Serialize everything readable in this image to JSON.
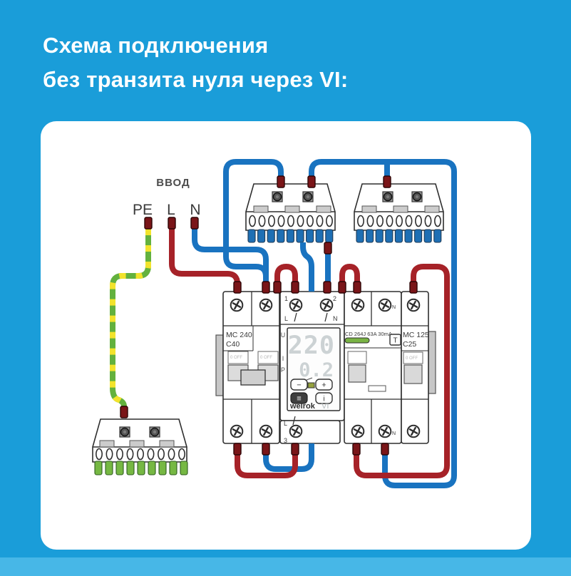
{
  "title": {
    "line1": "Схема подключения",
    "line2": "без транзита нуля через VI:"
  },
  "diagram": {
    "input_label": "ВВОД",
    "wire_labels": {
      "pe": "PE",
      "l": "L",
      "n": "N"
    },
    "devices": {
      "breaker_main": {
        "name": "MC 240",
        "rating": "C40",
        "switch_label": "0  OFF"
      },
      "relay": {
        "brand": "welrok",
        "model": "VI",
        "display_voltage": "220",
        "display_current": "0.2",
        "side_labels": [
          "U",
          "I",
          "P"
        ],
        "terminals": {
          "t1": "1",
          "t1_wire": "L",
          "t2": "2",
          "t2_wire": "N",
          "t3": "3",
          "t3_wire": "L"
        },
        "buttons": {
          "minus": "−",
          "plus": "+",
          "menu": "≡",
          "info": "i"
        }
      },
      "rcd": {
        "name": "CD 264J 63A 30mA",
        "test_button": "T",
        "n_label": "N"
      },
      "breaker_load": {
        "name": "MC 125",
        "rating": "C25",
        "switch_label": "0  OFF"
      }
    },
    "colors": {
      "background": "#1a9dd9",
      "background_bottom": "#47b7e7",
      "card": "#ffffff",
      "wire_live": "#a62228",
      "wire_neutral": "#1973c0",
      "wire_pe_green": "#63b13e",
      "wire_pe_yellow": "#f2e32c",
      "ferrule": "#7a1518",
      "bus_teeth_neutral": "#1e6fb4",
      "bus_teeth_pe": "#76b843",
      "rcd_indicator": "#79b344"
    }
  }
}
